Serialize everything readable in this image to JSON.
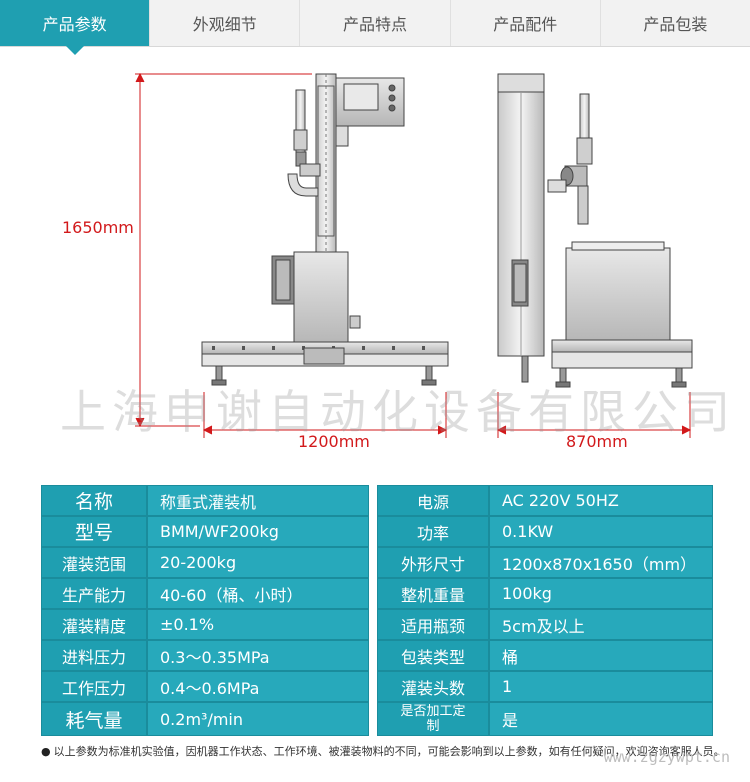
{
  "tabs": [
    {
      "label": "产品参数",
      "active": true
    },
    {
      "label": "外观细节",
      "active": false
    },
    {
      "label": "产品特点",
      "active": false
    },
    {
      "label": "产品配件",
      "active": false
    },
    {
      "label": "产品包装",
      "active": false
    }
  ],
  "drawing": {
    "height_label": "1650mm",
    "width_label": "1200mm",
    "depth_label": "870mm",
    "watermark": "上海申谢自动化设备有限公司",
    "dimension_color": "#d2191b"
  },
  "spec_rows": [
    {
      "l1": "名称",
      "v1": "称重式灌装机",
      "l2": "电源",
      "v2": "AC 220V 50HZ"
    },
    {
      "l1": "型号",
      "v1": "BMM/WF200kg",
      "l2": "功率",
      "v2": "0.1KW"
    },
    {
      "l1": "灌装范围",
      "v1": "20-200kg",
      "l2": "外形尺寸",
      "v2": "1200x870x1650（mm）"
    },
    {
      "l1": "生产能力",
      "v1": "40-60（桶、小时）",
      "l2": "整机重量",
      "v2": "100kg"
    },
    {
      "l1": "灌装精度",
      "v1": "±0.1%",
      "l2": "适用瓶颈",
      "v2": "5cm及以上"
    },
    {
      "l1": "进料压力",
      "v1": "0.3～0.35MPa",
      "l2": "包装类型",
      "v2": "桶"
    },
    {
      "l1": "工作压力",
      "v1": "0.4～0.6MPa",
      "l2": "灌装头数",
      "v2": "1"
    },
    {
      "l1": "耗气量",
      "v1": "0.2m³/min",
      "l2": "是否加工定制",
      "v2": "是"
    }
  ],
  "note": "以上参数为标准机实验值，因机器工作状态、工作环境、被灌装物料的不同，可能会影响到以上参数，如有任何疑问，欢迎咨询客服人员。",
  "site_mark": "www.zgzywpt.cn",
  "colors": {
    "table_header": "#1f9fb1",
    "table_value": "#27a9bb",
    "tab_active": "#1f9fb1"
  }
}
